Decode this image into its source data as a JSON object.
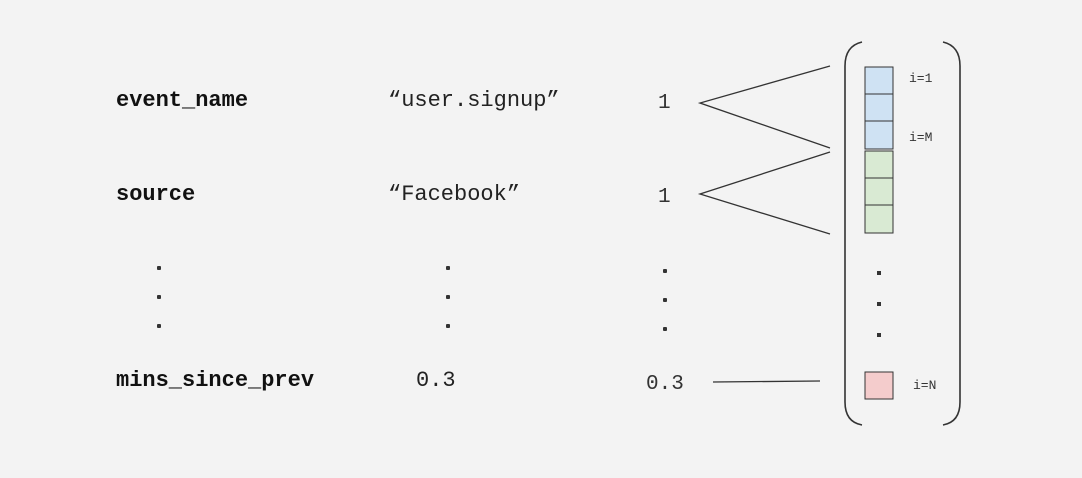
{
  "fields": [
    {
      "name": "event_name",
      "value": "“user.signup”",
      "dim": "1"
    },
    {
      "name": "source",
      "value": "“Facebook”",
      "dim": "1"
    },
    {
      "name": "mins_since_prev",
      "value": "0.3",
      "dim": "0.3"
    }
  ],
  "vector": {
    "labels": {
      "first": "i=1",
      "mid": "i=M",
      "last": "i=N"
    },
    "colors": {
      "blue": "#cfe2f3",
      "green": "#d9ead3",
      "red": "#f4cccc",
      "stroke": "#333333"
    }
  }
}
